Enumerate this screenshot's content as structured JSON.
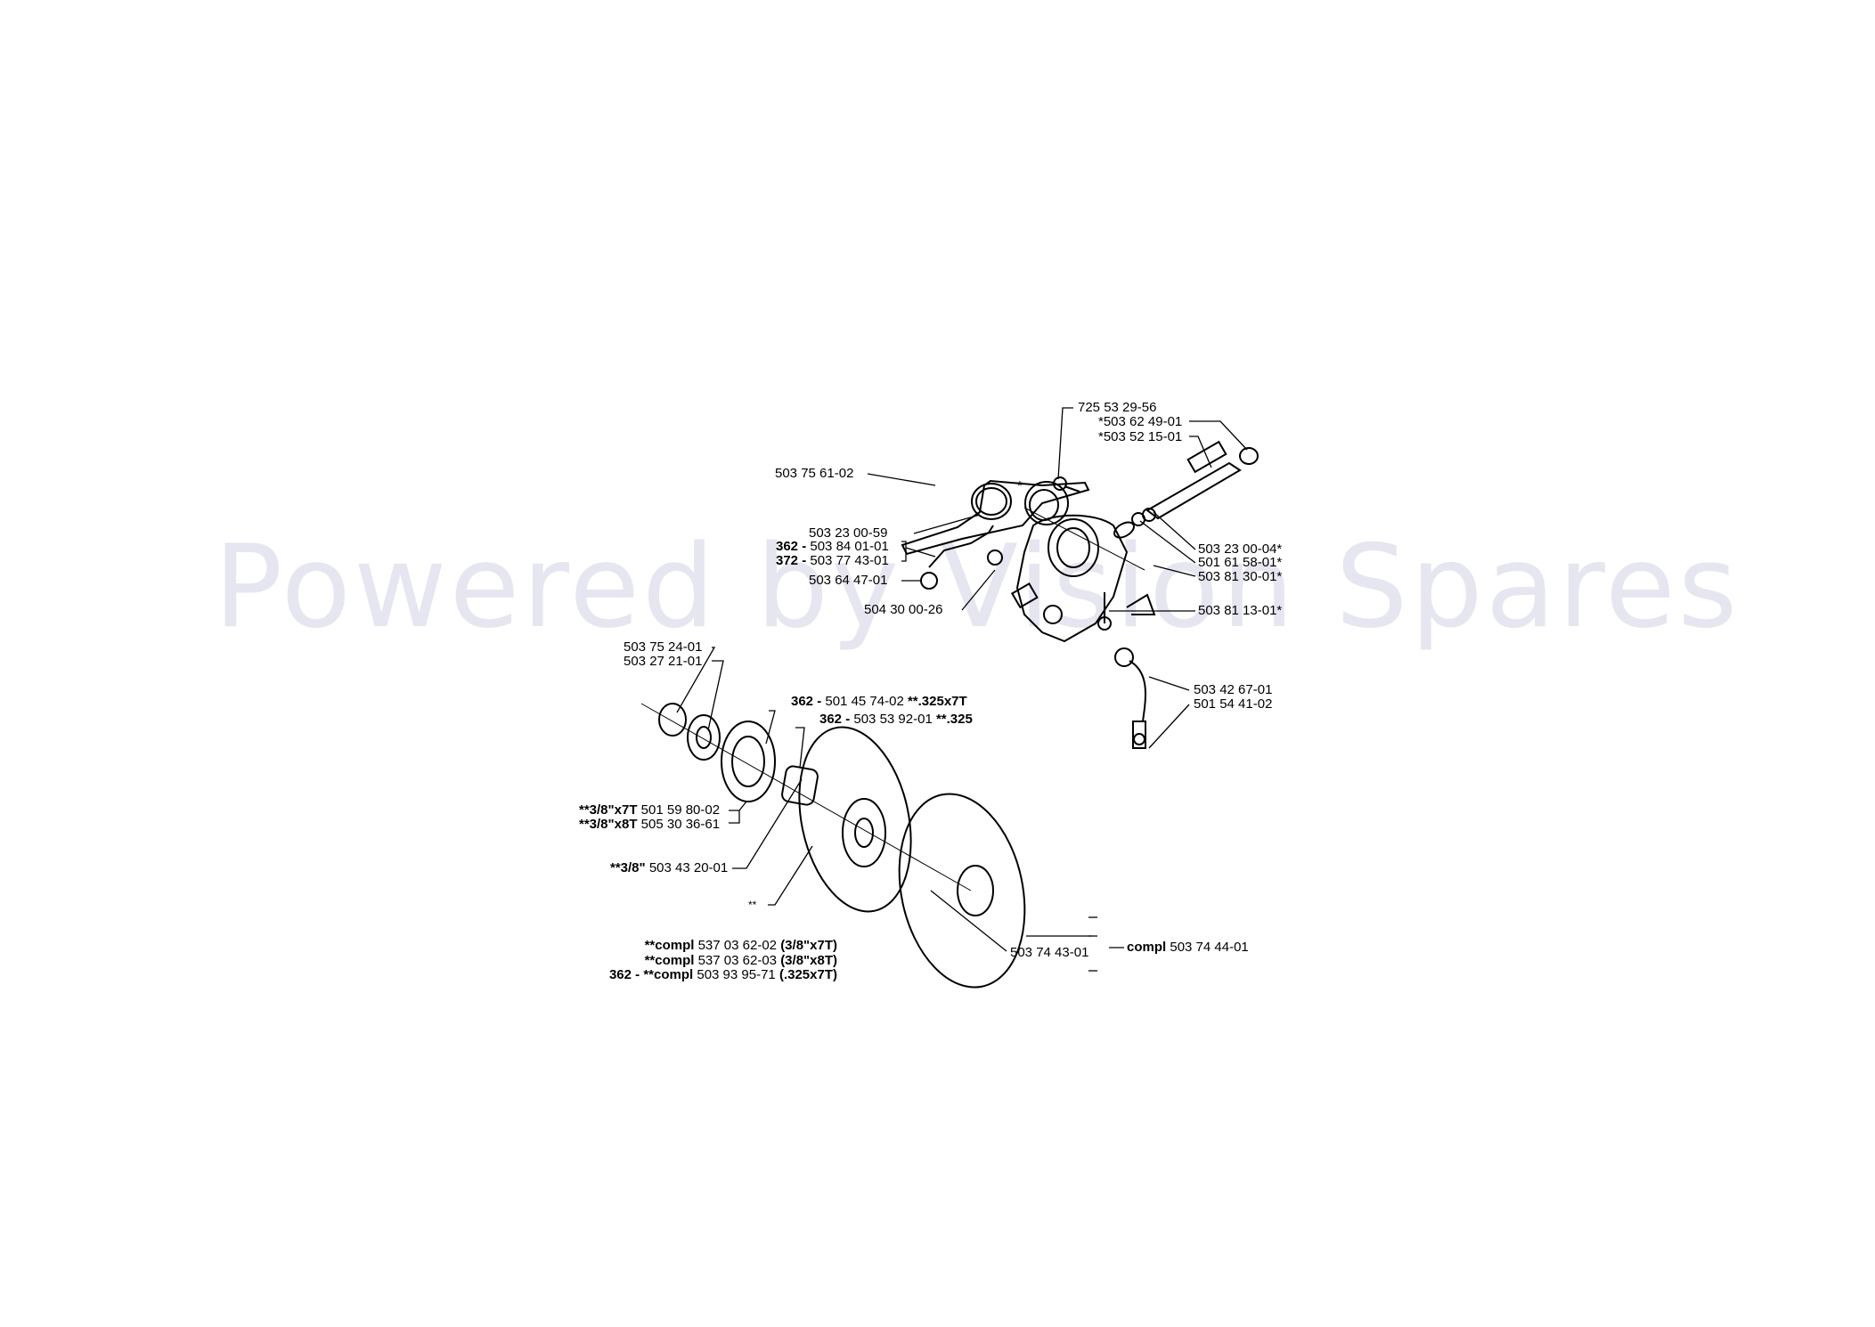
{
  "watermark": "Powered by Vision Spares",
  "labels": {
    "l1": "725 53 29-56",
    "l2": "*503 62 49-01",
    "l3": "*503 52 15-01",
    "l4": "503 75 61-02",
    "l5": "503 23 00-59",
    "l6_prefix": "362 -",
    "l6": "503 84 01-01",
    "l7_prefix": "372 -",
    "l7": "503 77 43-01",
    "l8": "503 64 47-01",
    "l9": "504 30 00-26",
    "l10": "503 23 00-04*",
    "l11": "501 61 58-01*",
    "l12": "503 81 30-01*",
    "l13": "503 81 13-01*",
    "l14": "503 42 67-01",
    "l15": "501 54 41-02",
    "l16": "503 75 24-01",
    "l17": "503 27 21-01",
    "l18_prefix": "362 -",
    "l18": "501 45 74-02",
    "l18_suffix": "**.325x7T",
    "l19_prefix": "362 -",
    "l19": "503 53 92-01",
    "l19_suffix": "**.325",
    "l20_prefix": "**3/8\"x7T",
    "l20": "501 59 80-02",
    "l21_prefix": "**3/8\"x8T",
    "l21": "505 30 36-61",
    "l22_prefix": "**3/8\"",
    "l22": "503 43 20-01",
    "l23": "**",
    "l24_prefix": "**compl",
    "l24": "537 03 62-02",
    "l24_suffix": "(3/8\"x7T)",
    "l25_prefix": "**compl",
    "l25": "537 03 62-03",
    "l25_suffix": "(3/8\"x8T)",
    "l26_prefix": "362 - **compl",
    "l26": "503 93 95-71",
    "l26_suffix": "(.325x7T)",
    "l27": "503 74 43-01",
    "l28_prefix": "compl",
    "l28": "503 74 44-01",
    "star": "*"
  }
}
